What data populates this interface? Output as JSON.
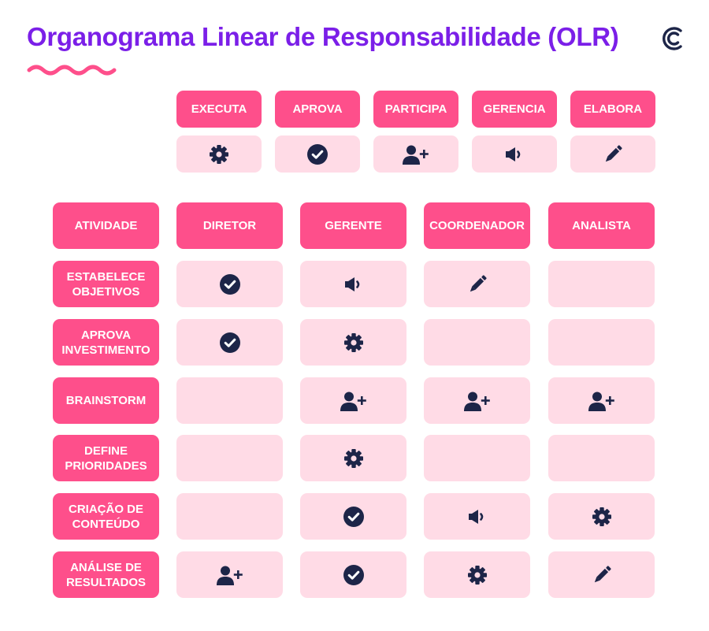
{
  "title": "Organograma Linear de Responsabilidade (OLR)",
  "colors": {
    "title": "#7b1fe8",
    "accent": "#fe4f8b",
    "cell_bg": "#ffdbe6",
    "icon": "#1d2548"
  },
  "legend": [
    {
      "label": "EXECUTA",
      "icon": "gear-icon"
    },
    {
      "label": "APROVA",
      "icon": "check-circle-icon"
    },
    {
      "label": "PARTICIPA",
      "icon": "user-plus-icon"
    },
    {
      "label": "GERENCIA",
      "icon": "speaker-icon"
    },
    {
      "label": "ELABORA",
      "icon": "pencil-icon"
    }
  ],
  "matrix": {
    "corner_label": "ATIVIDADE",
    "columns": [
      "DIRETOR",
      "GERENTE",
      "COORDENADOR",
      "ANALISTA"
    ],
    "rows": [
      {
        "activity": "ESTABELECE OBJETIVOS",
        "cells": [
          "check-circle-icon",
          "speaker-icon",
          "pencil-icon",
          ""
        ]
      },
      {
        "activity": "APROVA INVESTIMENTO",
        "cells": [
          "check-circle-icon",
          "gear-icon",
          "",
          ""
        ]
      },
      {
        "activity": "BRAINSTORM",
        "cells": [
          "",
          "user-plus-icon",
          "user-plus-icon",
          "user-plus-icon"
        ]
      },
      {
        "activity": "DEFINE PRIORIDADES",
        "cells": [
          "",
          "gear-icon",
          "",
          ""
        ]
      },
      {
        "activity": "CRIAÇÃO DE CONTEÚDO",
        "cells": [
          "",
          "check-circle-icon",
          "speaker-icon",
          "gear-icon"
        ]
      },
      {
        "activity": "ANÁLISE DE RESULTADOS",
        "cells": [
          "user-plus-icon",
          "check-circle-icon",
          "gear-icon",
          "pencil-icon"
        ]
      }
    ]
  }
}
